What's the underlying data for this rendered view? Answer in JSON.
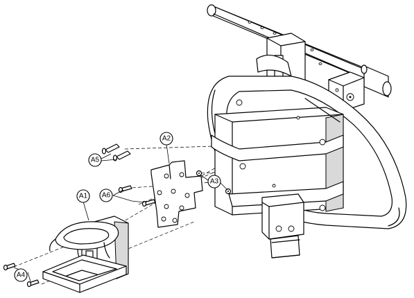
{
  "callouts": {
    "a1": "A1",
    "a2": "A2",
    "a3": "A3",
    "a4": "A4",
    "a5": "A5",
    "a6": "A6"
  },
  "colors": {
    "line": "#000000",
    "background": "#ffffff",
    "shade": "#d9d9d9"
  }
}
